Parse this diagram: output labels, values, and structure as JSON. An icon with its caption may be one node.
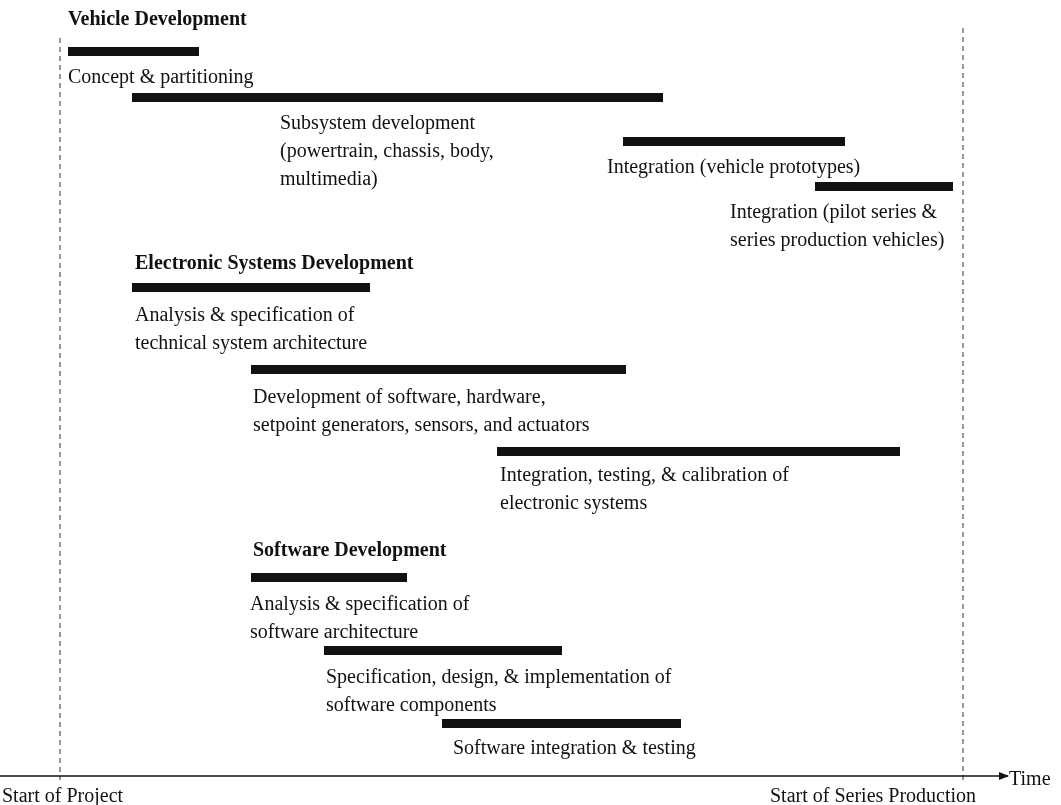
{
  "diagram": {
    "nodes": [
      {
        "text": [],
        "shape": "bar",
        "beside": [
          "Concept & partitioning"
        ]
      },
      {
        "text": [],
        "shape": "bar",
        "beside": [
          "Subsystem development (powertrain, chassis, body, multimedia)"
        ]
      },
      {
        "text": [],
        "shape": "bar",
        "beside": [
          "Integration (vehicle prototypes)"
        ]
      },
      {
        "text": [],
        "shape": "bar",
        "beside": [
          "Integration (pilot series & series production vehicles)"
        ]
      },
      {
        "text": [],
        "shape": "bar",
        "beside": [
          "Analysis & specification of technical system architecture"
        ]
      },
      {
        "text": [],
        "shape": "bar",
        "beside": [
          "Development of software, hardware, setpoint generators, sensors, and actuators"
        ]
      },
      {
        "text": [],
        "shape": "bar",
        "beside": [
          "Integration, testing, & calibration of electronic systems"
        ]
      },
      {
        "text": [],
        "shape": "bar",
        "beside": [
          "Analysis & specification of software architecture"
        ]
      },
      {
        "text": [],
        "shape": "bar",
        "beside": [
          "Specification, design, & implementation of software components"
        ]
      },
      {
        "text": [],
        "shape": "bar",
        "beside": [
          "Software integration & testing"
        ]
      }
    ],
    "labels": [
      "Vehicle Development",
      "Electronic Systems Development",
      "Software Development",
      "Time",
      "Start of Project",
      "Start of Series Production"
    ]
  }
}
